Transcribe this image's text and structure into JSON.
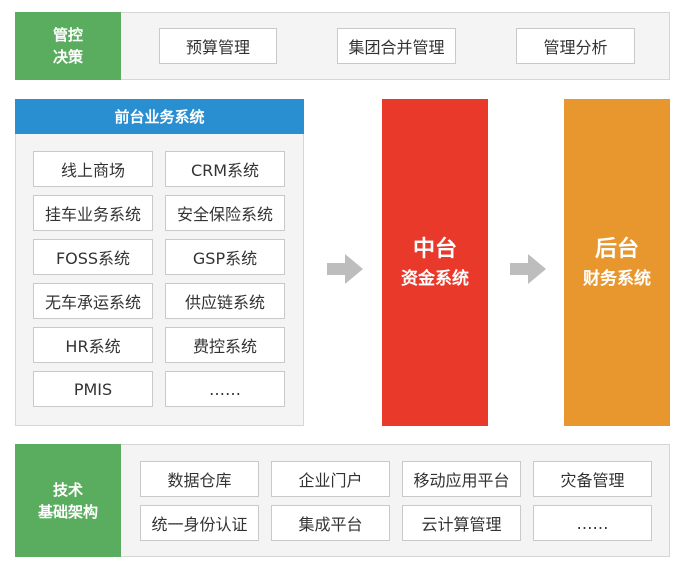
{
  "top": {
    "label_line1": "管控",
    "label_line2": "决策",
    "items": [
      "预算管理",
      "集团合并管理",
      "管理分析"
    ]
  },
  "front": {
    "title": "前台业务系统",
    "items": [
      "线上商场",
      "CRM系统",
      "挂车业务系统",
      "安全保险系统",
      "FOSS系统",
      "GSP系统",
      "无车承运系统",
      "供应链系统",
      "HR系统",
      "费控系统",
      "PMIS",
      "……"
    ]
  },
  "middle": {
    "title": "中台",
    "subtitle": "资金系统"
  },
  "back": {
    "title": "后台",
    "subtitle": "财务系统"
  },
  "bottom": {
    "label_line1": "技术",
    "label_line2": "基础架构",
    "items": [
      "数据仓库",
      "企业门户",
      "移动应用平台",
      "灾备管理",
      "统一身份认证",
      "集成平台",
      "云计算管理",
      "……"
    ]
  },
  "colors": {
    "green": "#5aad5e",
    "blue": "#2a8fd0",
    "red": "#e8392b",
    "orange": "#e8972f",
    "arrow": "#bdbdbd"
  }
}
